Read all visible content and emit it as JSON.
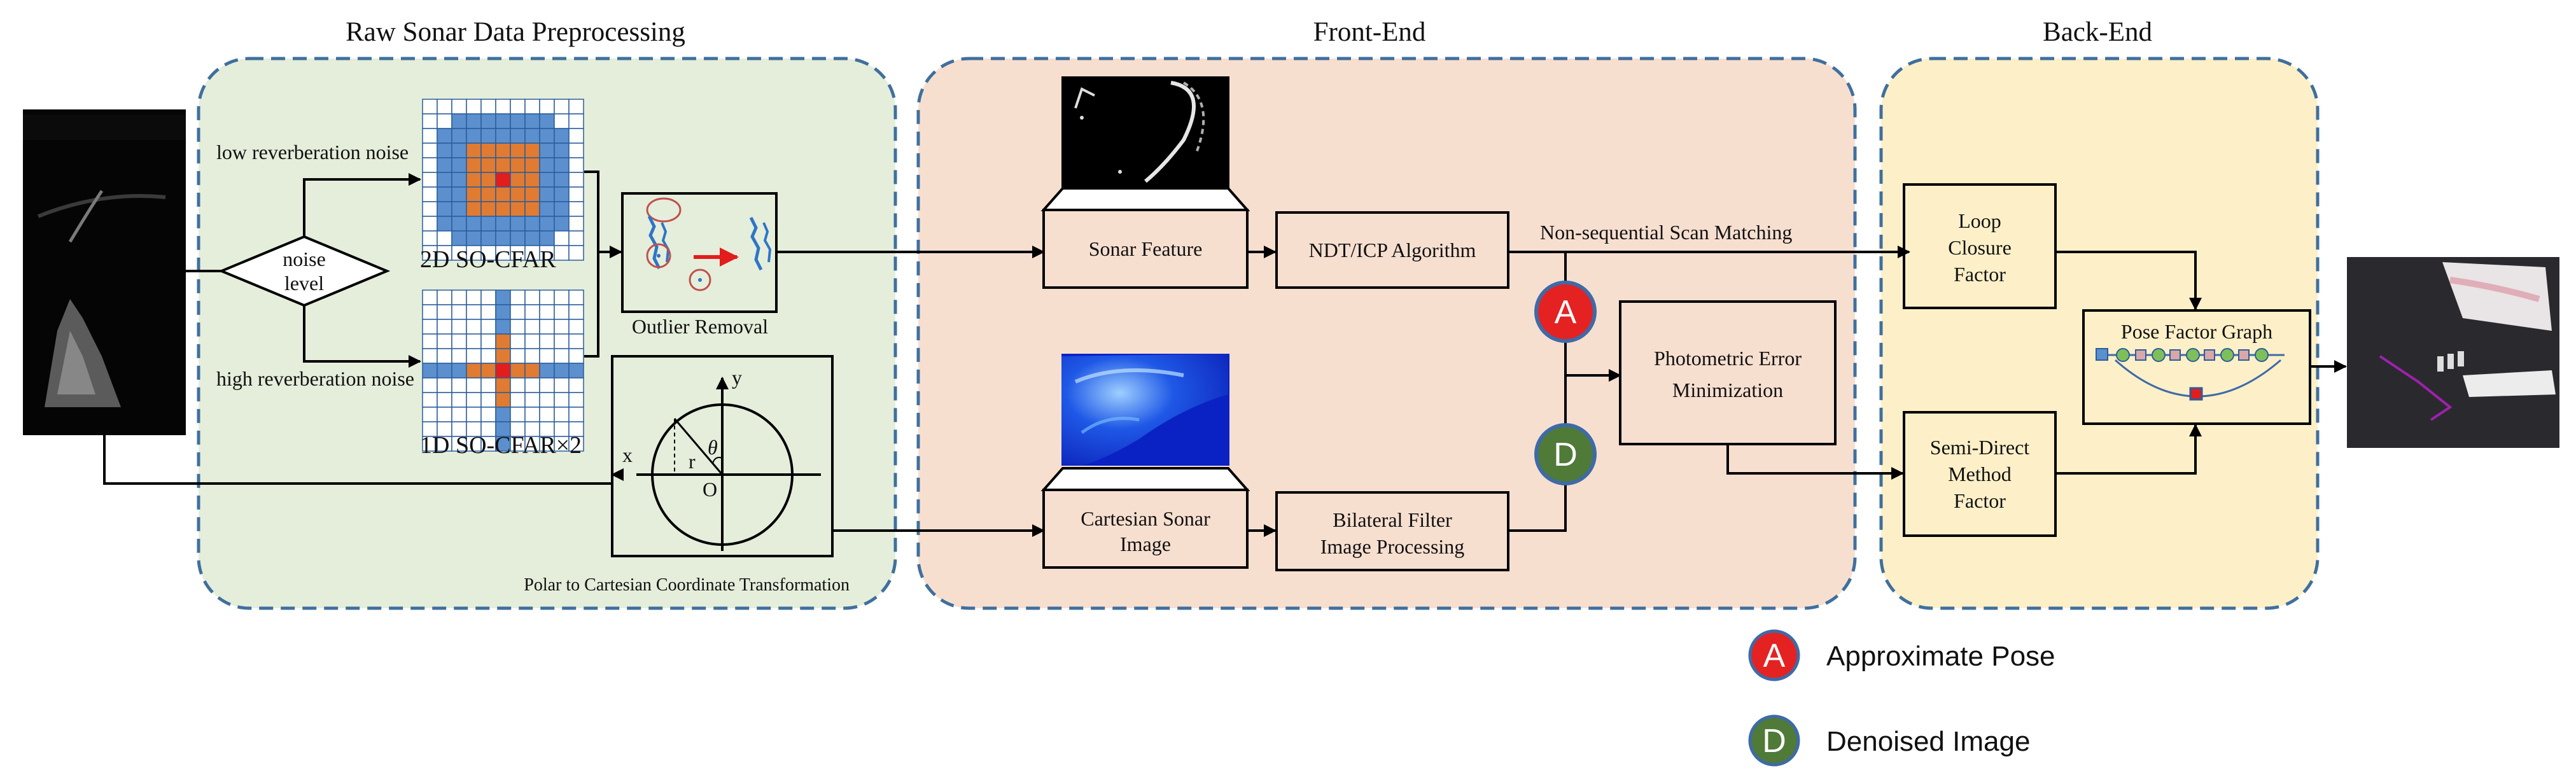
{
  "sections": {
    "preprocessing": "Raw Sonar Data Preprocessing",
    "frontend": "Front-End",
    "backend": "Back-End"
  },
  "preprocessing": {
    "low_noise": "low reverberation noise",
    "high_noise": "high reverberation noise",
    "decision": [
      "noise",
      "level"
    ],
    "cfar_2d": "2D SO-CFAR",
    "cfar_1d": "1D SO-CFAR×2",
    "outlier": "Outlier Removal",
    "transform": "Polar to Cartesian Coordinate Transformation",
    "axis_x": "x",
    "axis_y": "y",
    "axis_r": "r",
    "axis_o": "O",
    "axis_theta": "θ"
  },
  "frontend": {
    "sonar_feature": "Sonar Feature",
    "ndt_icp": "NDT/ICP Algorithm",
    "scan_matching": "Non-sequential  Scan Matching",
    "cartesian_image": [
      "Cartesian Sonar",
      "Image"
    ],
    "bilateral": [
      "Bilateral Filter",
      "Image Processing"
    ],
    "photometric": [
      "Photometric Error",
      "Minimization"
    ]
  },
  "backend": {
    "loop_closure": [
      "Loop",
      "Closure",
      "Factor"
    ],
    "semi_direct": [
      "Semi-Direct",
      "Method",
      "Factor"
    ],
    "pose_graph": "Pose Factor Graph"
  },
  "markers": {
    "a_letter": "A",
    "d_letter": "D"
  },
  "legend": {
    "a_label": "Approximate Pose",
    "d_label": "Denoised Image"
  },
  "colors": {
    "preprocessing_bg": "#e4eedb",
    "frontend_bg": "#f7dfd0",
    "backend_bg": "#fdf0c8",
    "dash_border": "#3f6f9e",
    "cfar_blue": "#5b8fce",
    "cfar_orange": "#e07b31",
    "cell_red": "#e31c1c",
    "marker_a": "#e42222",
    "marker_d": "#4f7a38",
    "marker_ring": "#3e6aa8"
  }
}
